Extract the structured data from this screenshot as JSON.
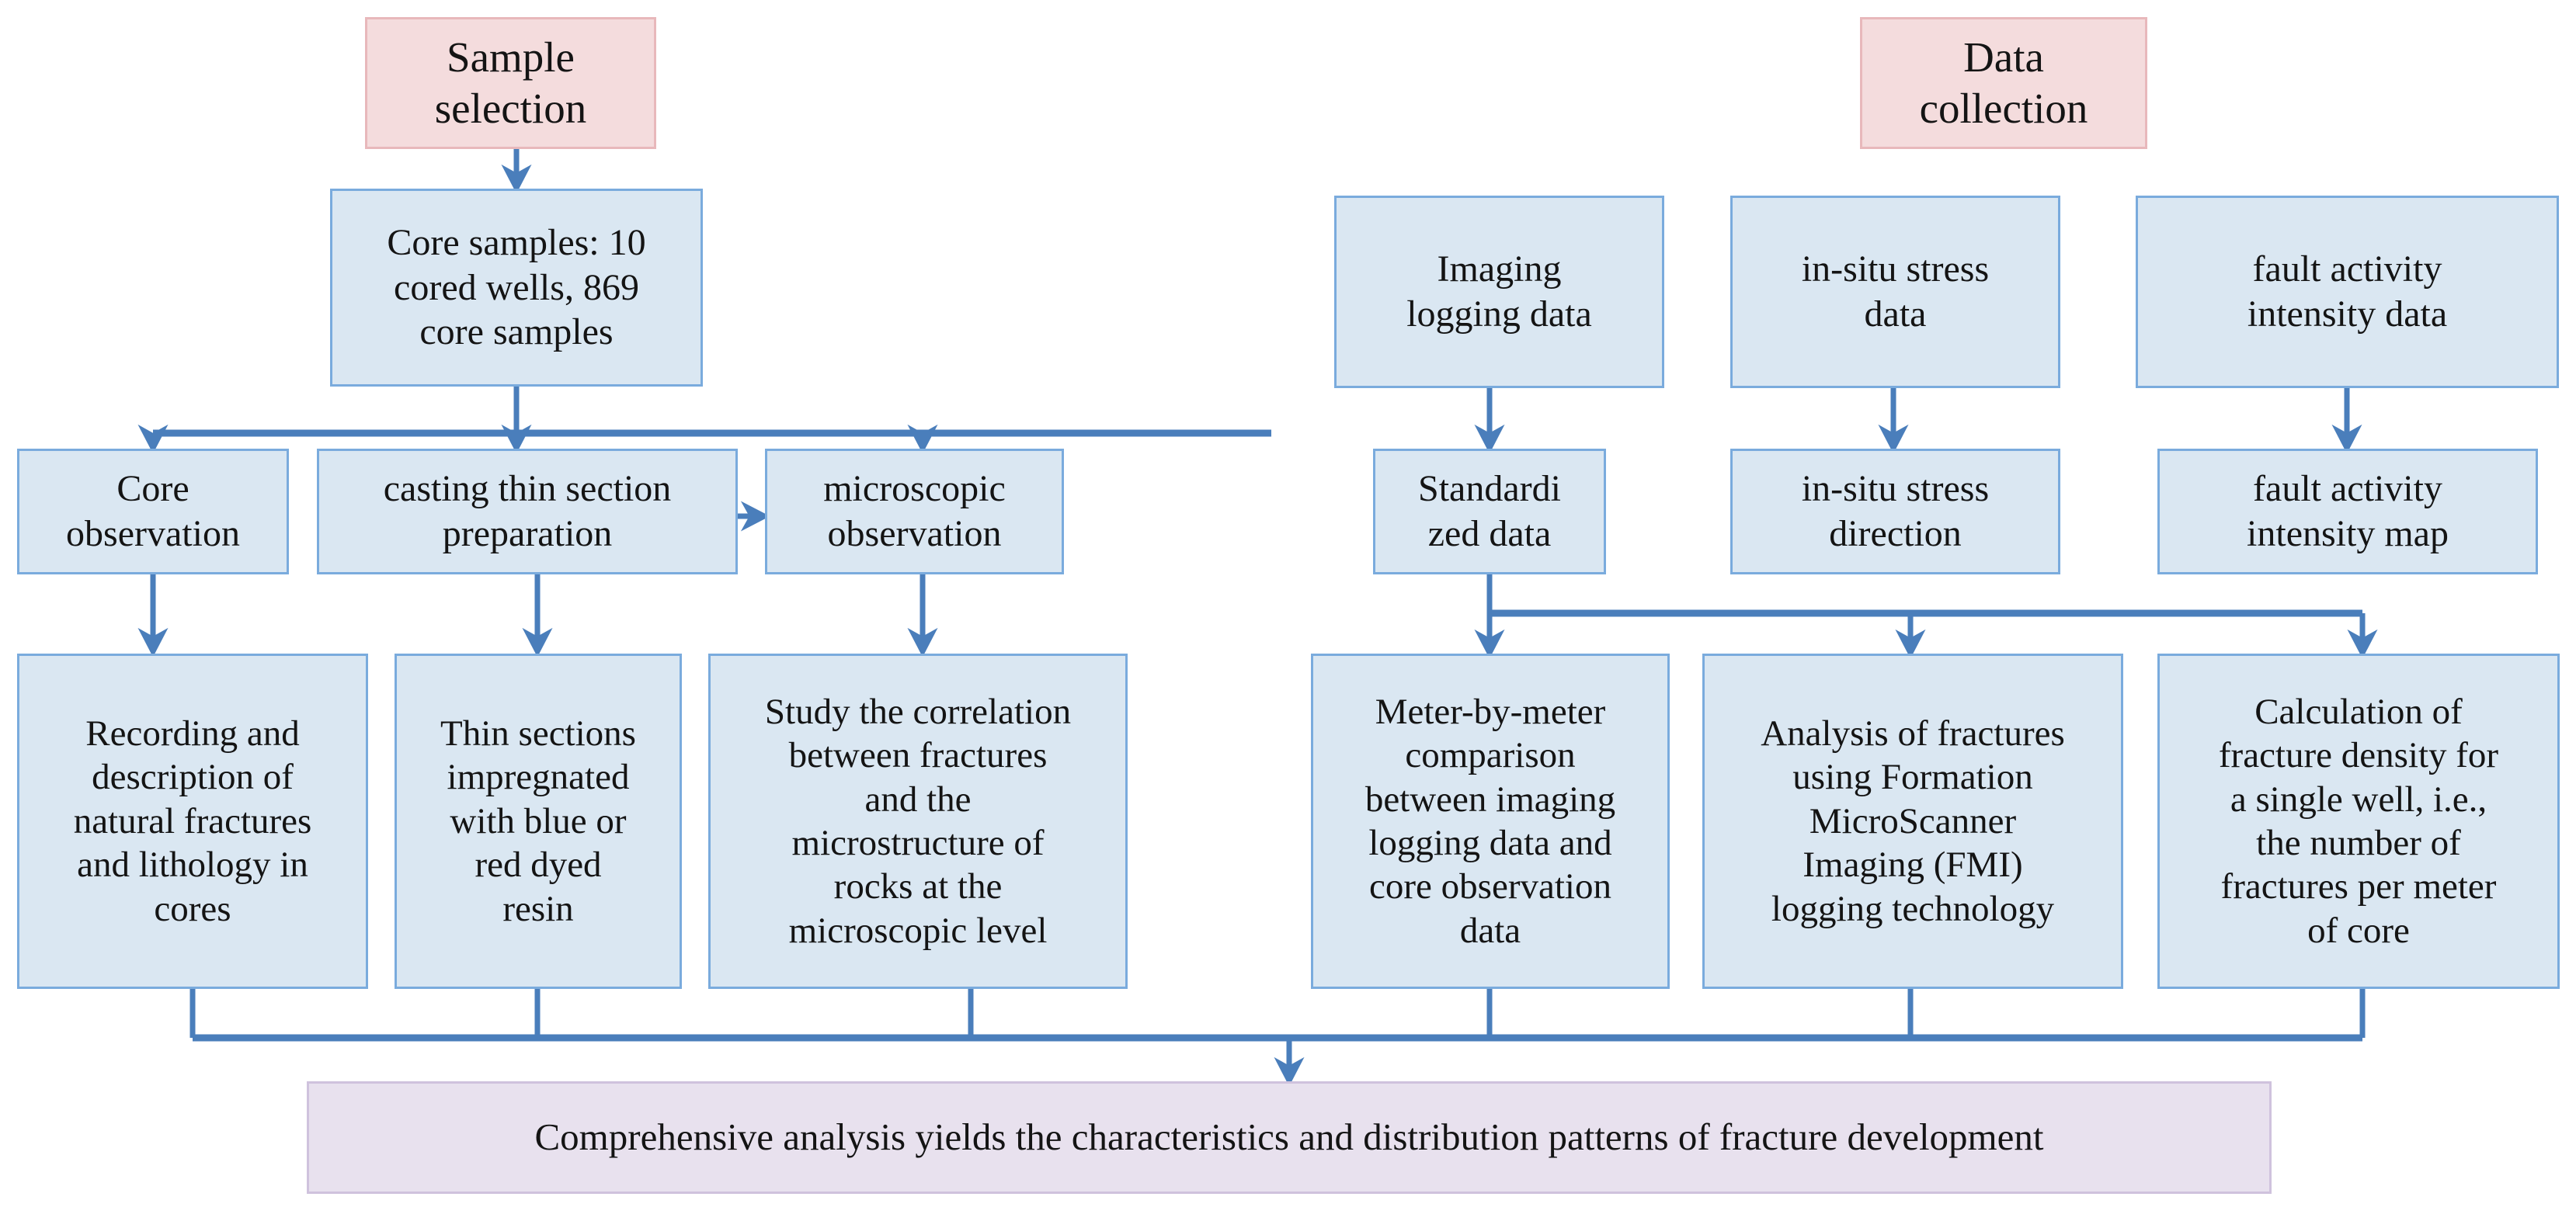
{
  "diagram": {
    "title_stage_left": "Sample\nselection",
    "title_stage_right": "Data\ncollection",
    "colors": {
      "box_blue_fill": "#dae7f2",
      "box_blue_border": "#7aabdd",
      "box_pink_fill": "#f4dcdd",
      "box_pink_border": "#e8b8bb",
      "box_purple_fill": "#e8e1ee",
      "box_purple_border": "#cfc2dd",
      "connector": "#4a7ebb",
      "text": "#141414",
      "background": "#ffffff"
    }
  },
  "nodes": {
    "sample_selection": "Sample\nselection",
    "core_samples": "Core samples: 10\ncored wells, 869\ncore samples",
    "core_observation": "Core\nobservation",
    "casting_thin_section": "casting thin section\npreparation",
    "microscopic_observation": "microscopic\nobservation",
    "recording_description": "Recording and\ndescription of\nnatural fractures\nand lithology in\ncores",
    "thin_sections_resin": "Thin sections\nimpregnated\nwith blue or\nred dyed\nresin",
    "study_correlation": "Study the correlation\nbetween fractures\nand the\nmicrostructure of\nrocks at the\nmicroscopic level",
    "data_collection": "Data\ncollection",
    "imaging_logging_data": "Imaging\nlogging data",
    "in_situ_stress_data": "in-situ stress\ndata",
    "fault_activity_intensity_data": "fault activity\nintensity data",
    "standardized_data": "Standardi\nzed data",
    "in_situ_stress_direction": "in-situ stress\ndirection",
    "fault_activity_intensity_map": "fault activity\nintensity map",
    "meter_by_meter": "Meter-by-meter\ncomparison\nbetween imaging\nlogging data and\ncore observation\ndata",
    "fmi_analysis": "Analysis of fractures\nusing Formation\nMicroScanner\nImaging (FMI)\nlogging technology",
    "fracture_density": "Calculation of\nfracture density for\na single well, i.e.,\nthe number of\nfractures per meter\nof core",
    "summary": "Comprehensive analysis yields the characteristics and distribution patterns of fracture development"
  },
  "edges": [
    {
      "name": "sample-selection-to-core-samples",
      "from": "sample_selection",
      "to": "core_samples",
      "kind": "vertical-arrow"
    },
    {
      "name": "core-samples-to-core-observation",
      "from": "core_samples",
      "to": "core_observation",
      "kind": "fan-down-arrow"
    },
    {
      "name": "core-samples-to-casting-thin-section",
      "from": "core_samples",
      "to": "casting_thin_section",
      "kind": "fan-down-arrow"
    },
    {
      "name": "casting-thin-section-to-microscopic-observation",
      "from": "casting_thin_section",
      "to": "microscopic_observation",
      "kind": "horizontal-arrow"
    },
    {
      "name": "core-observation-to-recording-description",
      "from": "core_observation",
      "to": "recording_description",
      "kind": "vertical-arrow"
    },
    {
      "name": "casting-thin-section-to-thin-sections-resin",
      "from": "casting_thin_section",
      "to": "thin_sections_resin",
      "kind": "vertical-arrow"
    },
    {
      "name": "microscopic-observation-to-study-correlation",
      "from": "microscopic_observation",
      "to": "study_correlation",
      "kind": "vertical-arrow"
    },
    {
      "name": "data-collection-to-imaging-logging-data",
      "from": "data_collection",
      "to": "imaging_logging_data",
      "kind": "none"
    },
    {
      "name": "imaging-logging-data-to-standardized-data",
      "from": "imaging_logging_data",
      "to": "standardized_data",
      "kind": "vertical-arrow"
    },
    {
      "name": "in-situ-stress-data-to-direction",
      "from": "in_situ_stress_data",
      "to": "in_situ_stress_direction",
      "kind": "vertical-arrow"
    },
    {
      "name": "fault-activity-data-to-map",
      "from": "fault_activity_intensity_data",
      "to": "fault_activity_intensity_map",
      "kind": "vertical-arrow"
    },
    {
      "name": "standardized-data-to-meter-by-meter",
      "from": "standardized_data",
      "to": "meter_by_meter",
      "kind": "fan-down-arrow"
    },
    {
      "name": "standardized-data-to-fmi-analysis",
      "from": "standardized_data",
      "to": "fmi_analysis",
      "kind": "fan-down-arrow"
    },
    {
      "name": "standardized-data-to-fracture-density",
      "from": "standardized_data",
      "to": "fracture_density",
      "kind": "fan-down-arrow"
    },
    {
      "name": "all-bottom-to-summary",
      "from": "bottom_row",
      "to": "summary",
      "kind": "merge-down-arrow"
    }
  ]
}
